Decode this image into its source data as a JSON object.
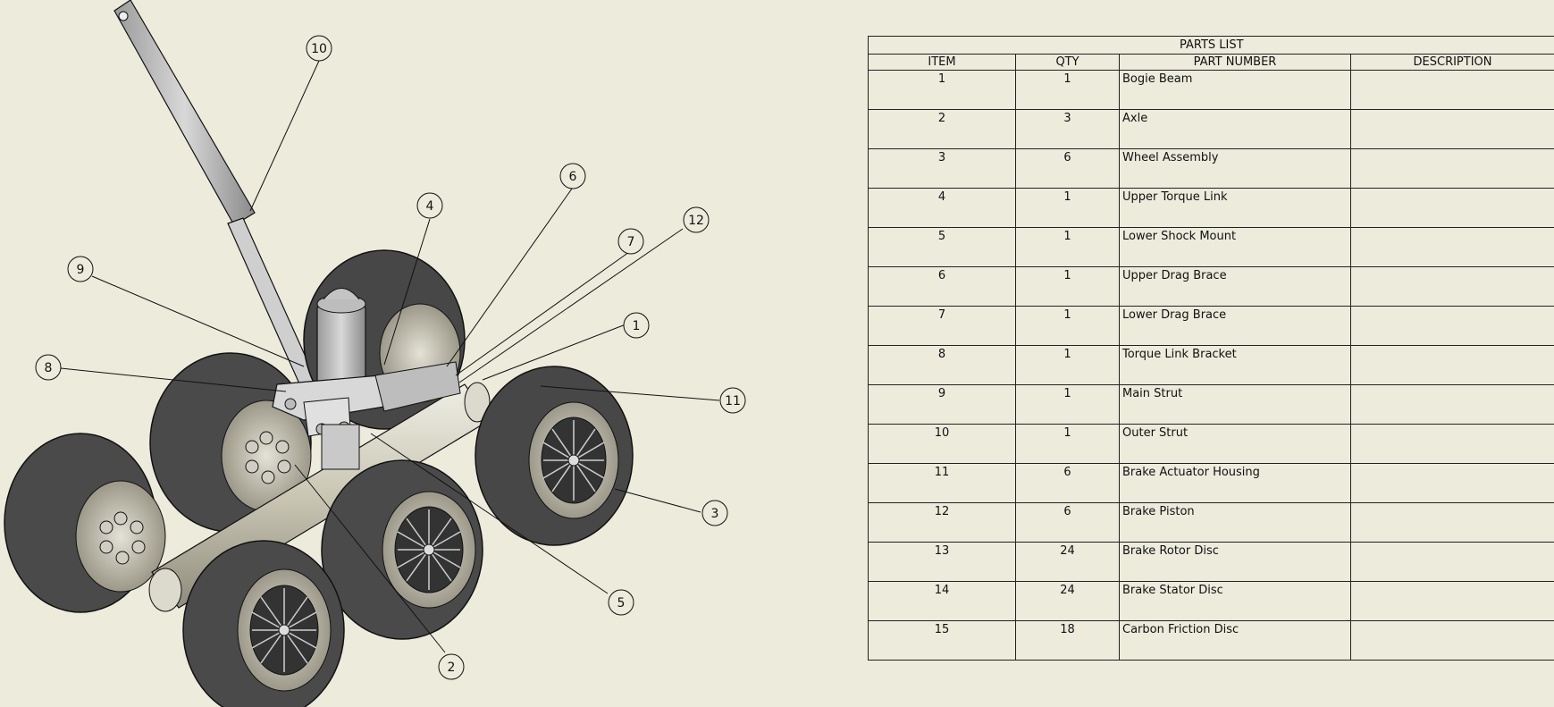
{
  "parts_list": {
    "title": "PARTS LIST",
    "columns": [
      "ITEM",
      "QTY",
      "PART NUMBER",
      "DESCRIPTION"
    ],
    "rows": [
      {
        "item": "1",
        "qty": "1",
        "part_number": "Bogie Beam",
        "description": ""
      },
      {
        "item": "2",
        "qty": "3",
        "part_number": "Axle",
        "description": ""
      },
      {
        "item": "3",
        "qty": "6",
        "part_number": "Wheel Assembly",
        "description": ""
      },
      {
        "item": "4",
        "qty": "1",
        "part_number": "Upper Torque Link",
        "description": ""
      },
      {
        "item": "5",
        "qty": "1",
        "part_number": "Lower Shock Mount",
        "description": ""
      },
      {
        "item": "6",
        "qty": "1",
        "part_number": "Upper Drag Brace",
        "description": ""
      },
      {
        "item": "7",
        "qty": "1",
        "part_number": "Lower Drag Brace",
        "description": ""
      },
      {
        "item": "8",
        "qty": "1",
        "part_number": "Torque Link Bracket",
        "description": ""
      },
      {
        "item": "9",
        "qty": "1",
        "part_number": "Main Strut",
        "description": ""
      },
      {
        "item": "10",
        "qty": "1",
        "part_number": "Outer Strut",
        "description": ""
      },
      {
        "item": "11",
        "qty": "6",
        "part_number": "Brake Actuator Housing",
        "description": ""
      },
      {
        "item": "12",
        "qty": "6",
        "part_number": "Brake Piston",
        "description": ""
      },
      {
        "item": "13",
        "qty": "24",
        "part_number": "Brake Rotor Disc",
        "description": ""
      },
      {
        "item": "14",
        "qty": "24",
        "part_number": "Brake Stator Disc",
        "description": ""
      },
      {
        "item": "15",
        "qty": "18",
        "part_number": "Carbon Friction Disc",
        "description": ""
      }
    ]
  },
  "balloons": [
    "10",
    "9",
    "8",
    "4",
    "6",
    "7",
    "12",
    "1",
    "11",
    "3",
    "5",
    "2"
  ],
  "colors": {
    "background": "#ecebdc",
    "tire": "#4a4a4a",
    "metal": "#c8c6b8",
    "line": "#111111"
  }
}
